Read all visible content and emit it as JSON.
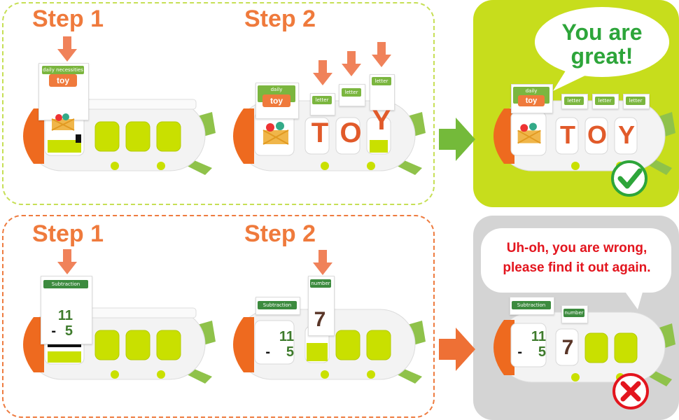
{
  "top": {
    "step1": "Step 1",
    "step2": "Step 2",
    "card_tab": "daily necessities",
    "card_word": "toy",
    "letter_tab": "letter",
    "letters": [
      "T",
      "O",
      "Y"
    ],
    "bubble_line1": "You are",
    "bubble_line2": "great!",
    "result": "correct-check-icon"
  },
  "bottom": {
    "step1": "Step 1",
    "step2": "Step 2",
    "card_tab": "Subtraction",
    "number_tab": "number",
    "top_number": "11",
    "bottom_number": "5",
    "minus": "-",
    "answer": "7",
    "bubble_line1": "Uh-oh, you are wrong,",
    "bubble_line2": "please find it out again.",
    "result": "wrong-cross-icon"
  },
  "colors": {
    "orange": "#ef7a3c",
    "lime": "#c9e000",
    "green_check": "#2da53a",
    "red_text": "#e3151e",
    "grey_panel": "#d4d4d4"
  }
}
